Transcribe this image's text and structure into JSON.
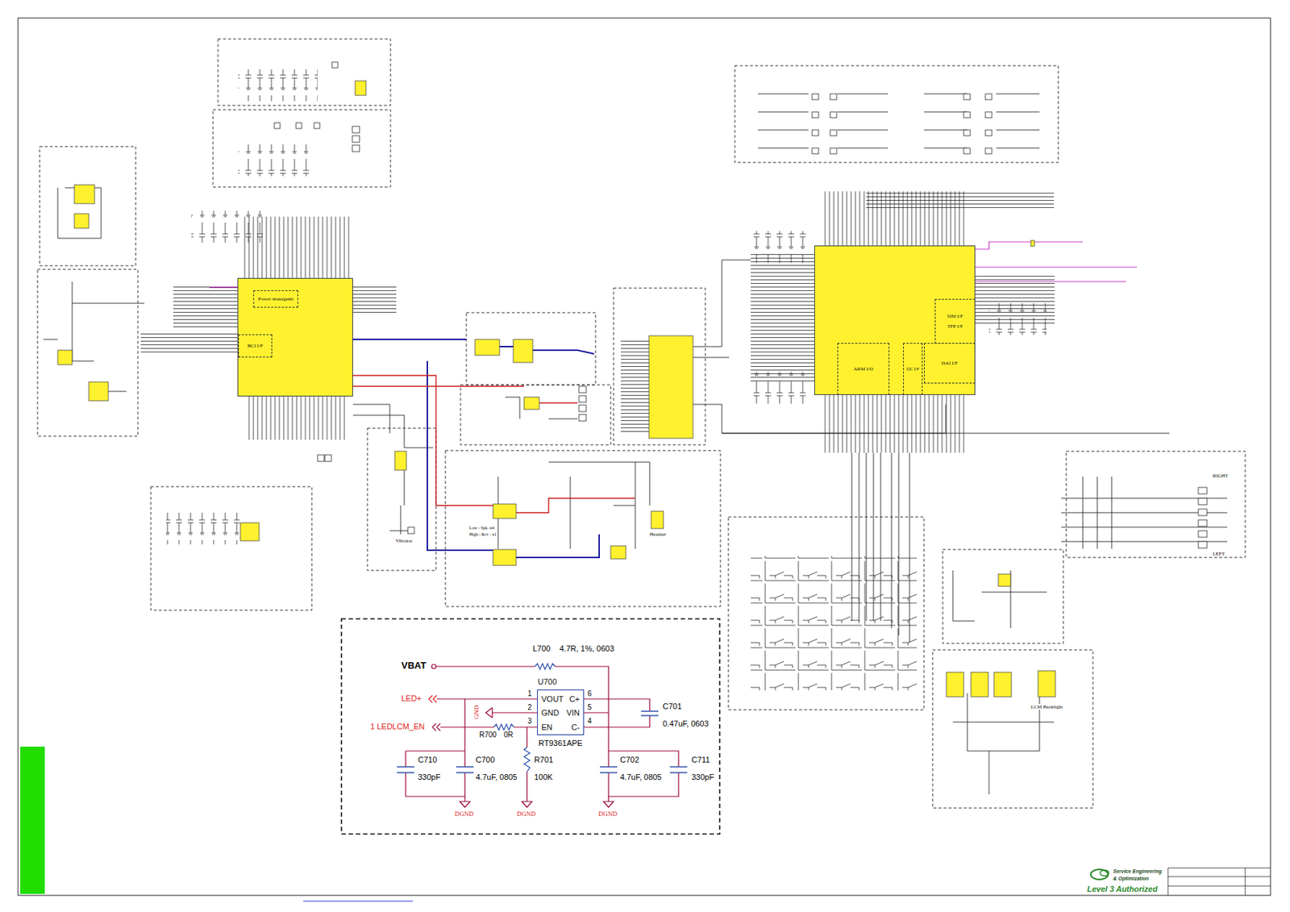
{
  "diagram": {
    "nodes": [
      {
        "text": []
      },
      {
        "text": [
          "Power managemt"
        ],
        "in": 0
      },
      {
        "text": [
          "BCI I/F"
        ],
        "in": 0
      },
      {
        "text": []
      },
      {
        "text": [
          "SIM I/F",
          "TFP I/F"
        ],
        "in": 3
      },
      {
        "text": [
          "ARM I/O"
        ],
        "in": 3
      },
      {
        "text": [
          "I2C I/F"
        ],
        "in": 3
      },
      {
        "text": [
          "DAI I/F"
        ],
        "in": 3
      },
      {
        "text": [
          "U700",
          "VOUT",
          "GND",
          "EN",
          "C+",
          "VIN",
          "C-"
        ]
      }
    ],
    "labels": [
      "VBAT",
      "L700",
      "4.7R, 1%, 0603",
      "1",
      "2",
      "3",
      "6",
      "5",
      "4",
      "LED+",
      "GND",
      "1 LEDLCM_EN",
      "R700",
      "0R",
      "RT9361APE",
      "C701",
      "0.47uF, 0603",
      "C710",
      "330pF",
      "C700",
      "4.7uF, 0805",
      "R701",
      "100K",
      "C702",
      "4.7uF, 0805",
      "C711",
      "330pF",
      "DGND",
      "DGND",
      "DGND",
      "Headset",
      "Vibrator",
      "Low - Spk -x4",
      "High - Rcv - x1",
      "LCM Backlight",
      "RIGHT",
      "LEFT",
      "Service Engineering",
      "& Optimization",
      "Level 3 Authorized"
    ]
  }
}
